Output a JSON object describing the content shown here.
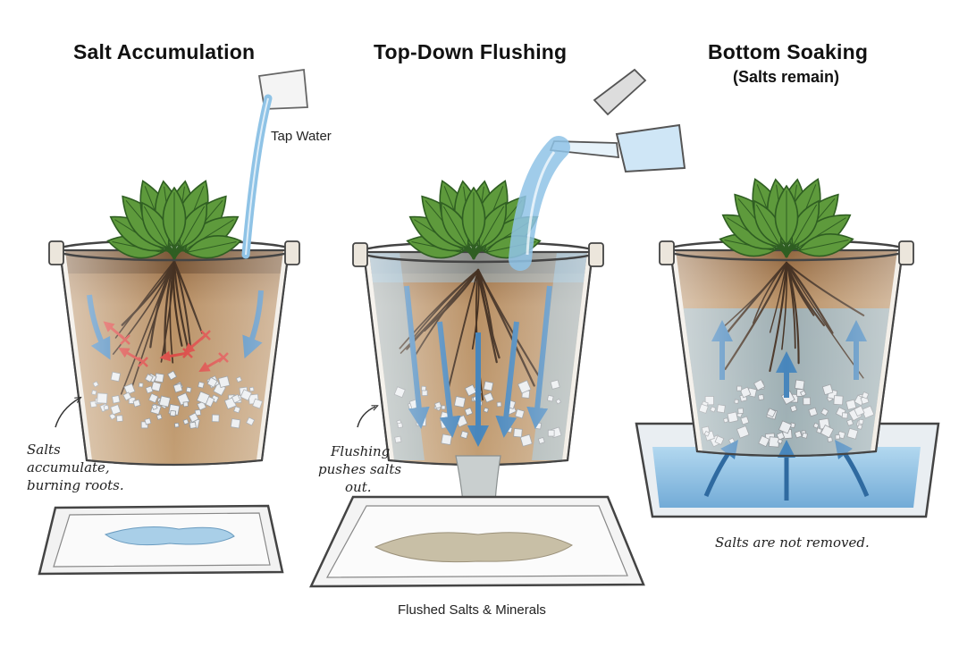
{
  "panels": [
    {
      "title": "Salt Accumulation",
      "water_label": "Tap Water",
      "note_lines": [
        "Salts",
        "accumulate,",
        "burning roots."
      ]
    },
    {
      "title": "Top-Down Flushing",
      "note_lines": [
        "Flushing",
        "pushes salts",
        "out."
      ],
      "tray_label": "Flushed Salts & Minerals"
    },
    {
      "title": "Bottom Soaking",
      "subtitle": "(Salts remain)",
      "note": "Salts are not removed."
    }
  ],
  "colors": {
    "soil": "#a57a4c",
    "soil_dark": "#6e4a2a",
    "water": "#8fc3e6",
    "water_dark": "#3d7fb8",
    "leaf": "#5e9a3c",
    "leaf_dark": "#2f5e22",
    "salt": "#e9ecef",
    "pot": "#ece6dc",
    "damage": "#d9433d"
  }
}
